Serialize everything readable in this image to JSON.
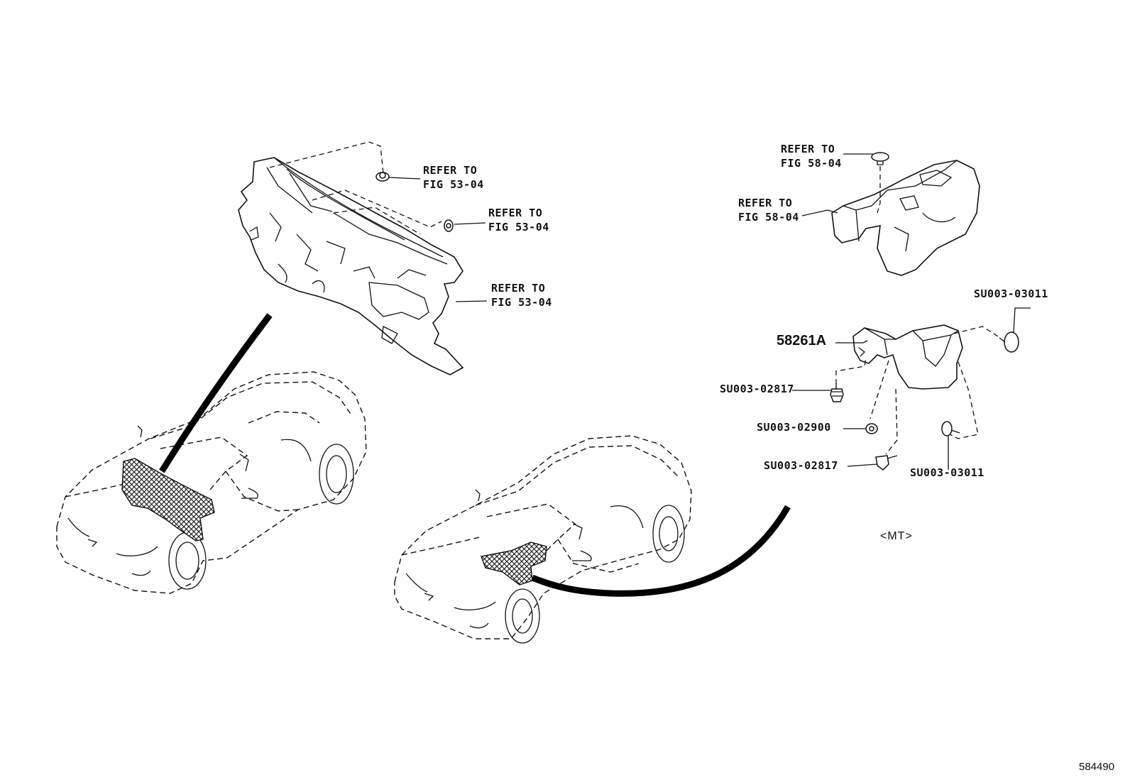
{
  "labels": {
    "refer_53_a_line1": "REFER TO",
    "refer_53_a_line2": "FIG 53-04",
    "refer_53_b_line1": "REFER TO",
    "refer_53_b_line2": "FIG 53-04",
    "refer_53_c_line1": "REFER TO",
    "refer_53_c_line2": "FIG 53-04",
    "refer_58_a_line1": "REFER TO",
    "refer_58_a_line2": "FIG 58-04",
    "refer_58_b_line1": "REFER TO",
    "refer_58_b_line2": "FIG 58-04",
    "part_58261a": "58261A",
    "su_03011_top": "SU003-03011",
    "su_02817_top": "SU003-02817",
    "su_02900": "SU003-02900",
    "su_02817_bottom": "SU003-02817",
    "su_03011_bottom": "SU003-03011",
    "variant": "<MT>",
    "figure_number": "584490"
  }
}
